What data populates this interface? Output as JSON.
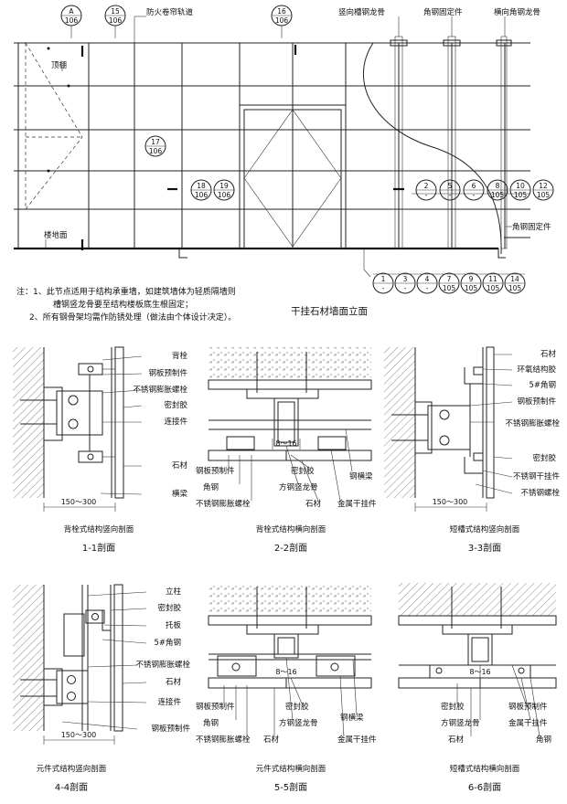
{
  "elevation": {
    "title": "干挂石材墙面立面",
    "labels": {
      "fire_shutter_track": "防火卷帘轨道",
      "vertical_channel_keel": "竖向槽钢龙骨",
      "angle_fixing": "角钢固定件",
      "horizontal_angle_keel": "横向角钢龙骨",
      "ceiling": "顶棚",
      "floor": "楼地面",
      "angle_fixing_bottom": "角钢固定件"
    },
    "top_bubbles": [
      {
        "num": "A",
        "den": "106"
      },
      {
        "num": "15",
        "den": "106"
      },
      {
        "num": "16",
        "den": "106"
      }
    ],
    "mid_bubbles": [
      {
        "num": "17",
        "den": "106"
      },
      {
        "num": "18",
        "den": "106"
      },
      {
        "num": "19",
        "den": "106"
      }
    ],
    "right_bubbles": [
      {
        "num": "2",
        "den": "-"
      },
      {
        "num": "5",
        "den": "-"
      },
      {
        "num": "6",
        "den": "-"
      },
      {
        "num": "8",
        "den": "105"
      },
      {
        "num": "10",
        "den": "105"
      },
      {
        "num": "12",
        "den": "105"
      }
    ],
    "bottom_bubbles": [
      {
        "num": "1",
        "den": "-"
      },
      {
        "num": "3",
        "den": "-"
      },
      {
        "num": "4",
        "den": "-"
      },
      {
        "num": "7",
        "den": "105"
      },
      {
        "num": "9",
        "den": "105"
      },
      {
        "num": "11",
        "den": "105"
      },
      {
        "num": "14",
        "den": "105"
      }
    ]
  },
  "notes": {
    "line1": "注：1、此节点适用于结构承重墙，如建筑墙体为轻质隔墙则",
    "line2": "槽钢竖龙骨要至结构楼板底生根固定；",
    "line3": "2、所有钢骨架均需作防锈处理（做法由个体设计决定）。"
  },
  "sections": [
    {
      "caption": "背栓式结构竖向剖面",
      "number": "1-1剖面",
      "dimension": "150～300",
      "labels": [
        "背栓",
        "钢板预制件",
        "不锈钢膨胀螺栓",
        "密封胶",
        "连接件",
        "石材",
        "横梁"
      ]
    },
    {
      "caption": "背栓式结构横向剖面",
      "number": "2-2剖面",
      "dimension": "8～16",
      "labels": [
        "钢板预制件",
        "角钢",
        "不锈钢膨胀螺栓",
        "密封胶",
        "方钢竖龙骨",
        "石材",
        "钢横梁",
        "金属干挂件"
      ]
    },
    {
      "caption": "短槽式结构竖向剖面",
      "number": "3-3剖面",
      "dimension": "150～300",
      "labels": [
        "石材",
        "环氧结构胶",
        "5#角钢",
        "钢板预制件",
        "不锈钢膨胀螺栓",
        "密封胶",
        "不锈钢干挂件",
        "不锈钢螺栓"
      ]
    },
    {
      "caption": "元件式结构竖向剖面",
      "number": "4-4剖面",
      "dimension": "150～300",
      "labels": [
        "立柱",
        "密封胶",
        "托板",
        "5#角钢",
        "不锈钢膨胀螺栓",
        "石材",
        "连接件",
        "钢板预制件"
      ]
    },
    {
      "caption": "元件式结构横向剖面",
      "number": "5-5剖面",
      "dimension": "8～16",
      "labels": [
        "钢板预制件",
        "角钢",
        "不锈钢膨胀螺栓",
        "密封胶",
        "方钢竖龙骨",
        "石材",
        "钢横梁",
        "金属干挂件"
      ]
    },
    {
      "caption": "短槽式结构横向剖面",
      "number": "6-6剖面",
      "dimension": "8～16",
      "labels": [
        "密封胶",
        "方钢竖龙骨",
        "石材",
        "钢板预制件",
        "金属干挂件",
        "角钢"
      ]
    }
  ]
}
